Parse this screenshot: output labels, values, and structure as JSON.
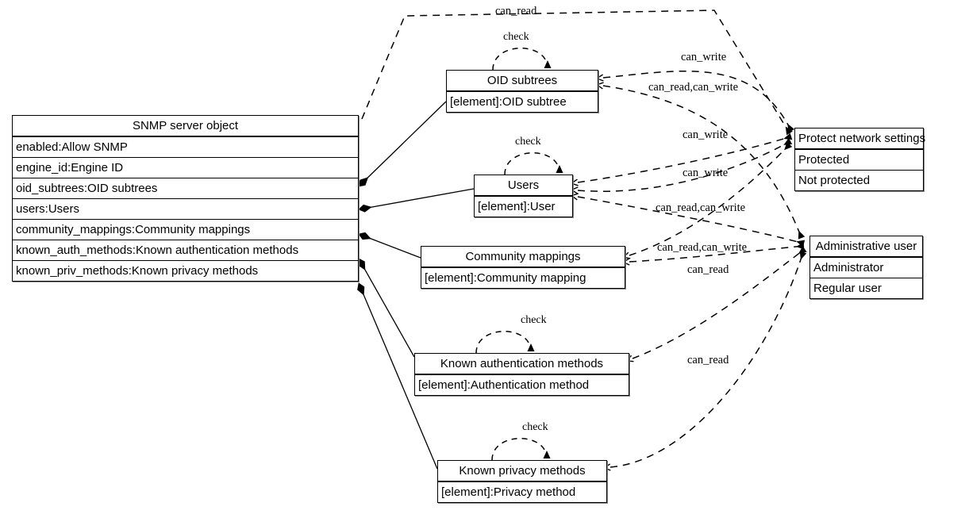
{
  "diagram": {
    "type": "uml-class-diagram",
    "title": "SNMP server object",
    "background": "#ffffff",
    "line_color": "#000000"
  },
  "classes": {
    "snmp_server": {
      "name": "SNMP server object",
      "attributes": [
        "enabled:Allow SNMP",
        "engine_id:Engine ID",
        "oid_subtrees:OID subtrees",
        "users:Users",
        "community_mappings:Community mappings",
        "known_auth_methods:Known authentication methods",
        "known_priv_methods:Known privacy methods"
      ]
    },
    "oid_subtrees": {
      "name": "OID subtrees",
      "attributes": [
        "[element]:OID subtree"
      ]
    },
    "users": {
      "name": "Users",
      "attributes": [
        "[element]:User"
      ]
    },
    "community_mappings": {
      "name": "Community mappings",
      "attributes": [
        "[element]:Community mapping"
      ]
    },
    "known_auth_methods": {
      "name": "Known authentication methods",
      "attributes": [
        "[element]:Authentication method"
      ]
    },
    "known_priv_methods": {
      "name": "Known privacy methods",
      "attributes": [
        "[element]:Privacy method"
      ]
    },
    "protect_network_settings": {
      "name": "Protect network settings",
      "attributes": [
        "Protected",
        "Not protected"
      ]
    },
    "administrative_user": {
      "name": "Administrative user",
      "attributes": [
        "Administrator",
        "Regular user"
      ]
    }
  },
  "edge_labels": {
    "can_read_top": "can_read",
    "check_oid": "check",
    "can_write_oid": "can_write",
    "can_read_can_write_oid": "can_read,can_write",
    "check_users": "check",
    "can_write_users_1": "can_write",
    "can_write_users_2": "can_write",
    "can_read_can_write_users": "can_read,can_write",
    "can_read_can_write_community": "can_read,can_write",
    "can_read_community": "can_read",
    "check_auth": "check",
    "can_read_auth": "can_read",
    "check_priv": "check",
    "can_read_priv": "can_read"
  }
}
